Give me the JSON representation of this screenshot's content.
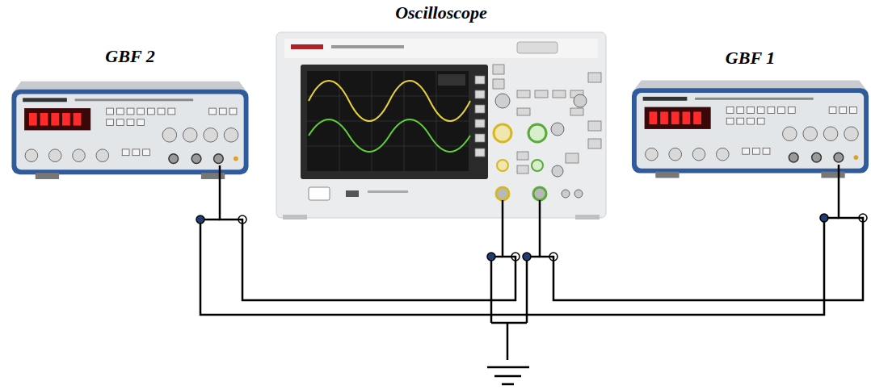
{
  "diagram": {
    "nodes": [
      {
        "text": [
          "GBF 2"
        ]
      },
      {
        "text": [
          "Oscilloscope"
        ]
      },
      {
        "text": [
          "GBF 1"
        ]
      }
    ],
    "edges": [
      {
        "from": 0,
        "to": 1,
        "arrow": "none"
      },
      {
        "from": 2,
        "to": 1,
        "arrow": "none"
      }
    ]
  }
}
